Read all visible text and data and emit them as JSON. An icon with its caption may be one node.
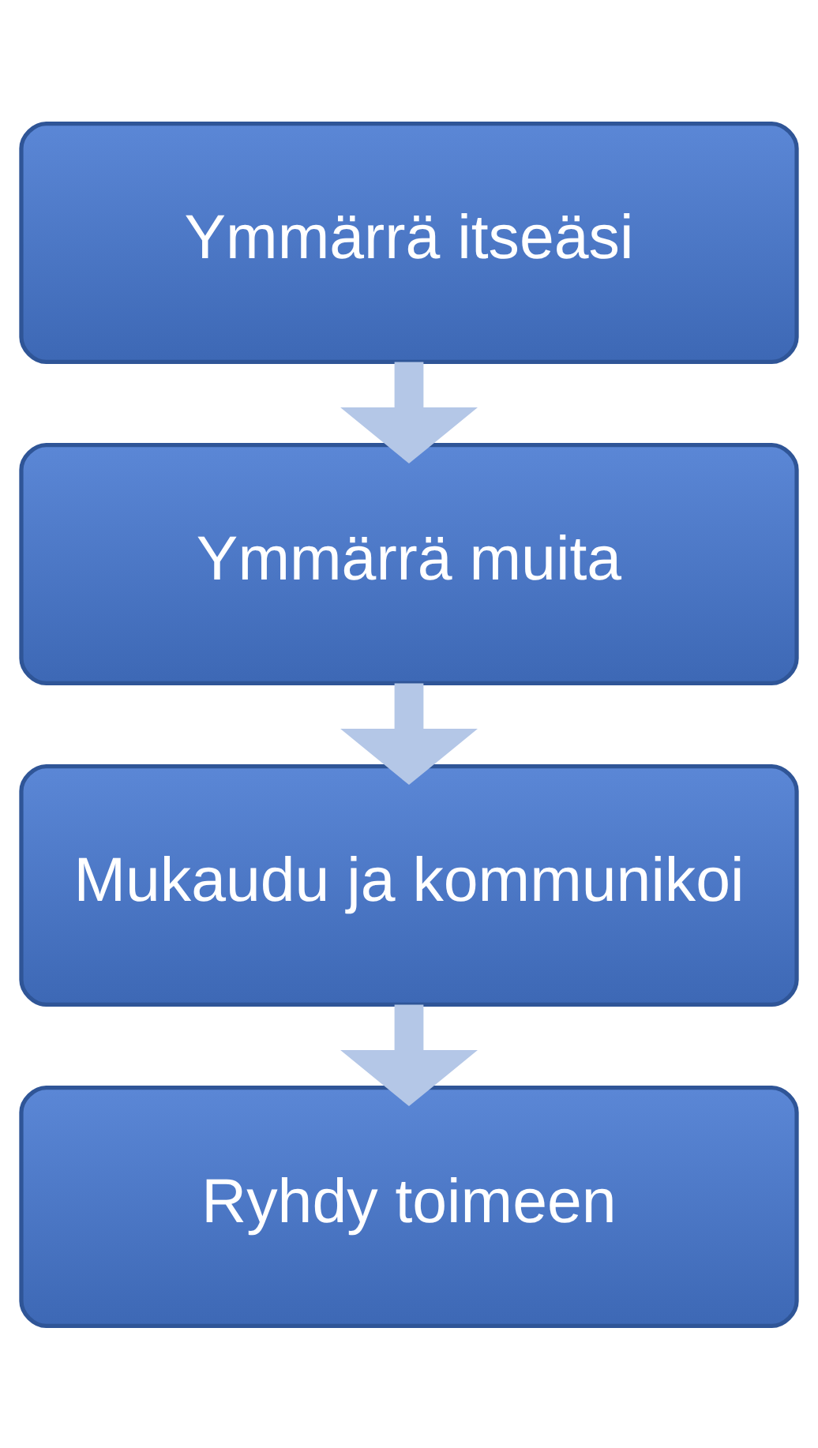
{
  "diagram": {
    "nodes": [
      {
        "text": [
          "Ymmärrä itseäsi"
        ]
      },
      {
        "text": [
          "Ymmärrä muita"
        ]
      },
      {
        "text": [
          "Mukaudu ja kommunikoi"
        ]
      },
      {
        "text": [
          "Ryhdy toimeen"
        ]
      }
    ],
    "edges": [
      {
        "from": 0,
        "to": 1,
        "arrow": "to"
      },
      {
        "from": 1,
        "to": 2,
        "arrow": "to"
      },
      {
        "from": 2,
        "to": 3,
        "arrow": "to"
      }
    ]
  }
}
